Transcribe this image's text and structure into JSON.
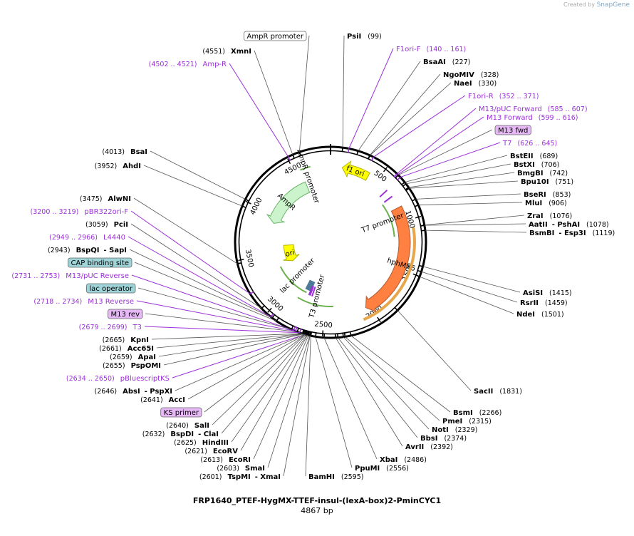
{
  "credit": {
    "prefix": "Created by",
    "brand": "SnapGene"
  },
  "plasmid": {
    "name": "FRP1640_PTEF-HygMX-TTEF-insul-(lexA-box)2-PminCYC1",
    "length_label": "4867 bp",
    "length": 4867
  },
  "ruler_ticks": [
    {
      "pos": 500,
      "label": "500"
    },
    {
      "pos": 1000,
      "label": "1000"
    },
    {
      "pos": 1500,
      "label": "1500"
    },
    {
      "pos": 2000,
      "label": "2000"
    },
    {
      "pos": 2500,
      "label": "2500"
    },
    {
      "pos": 3000,
      "label": "3000"
    },
    {
      "pos": 3500,
      "label": "3500"
    },
    {
      "pos": 4000,
      "label": "4000"
    },
    {
      "pos": 4500,
      "label": "4500"
    }
  ],
  "features": [
    {
      "name": "AmpR",
      "start": 3900,
      "end": 4560,
      "color": "#ccf4cc",
      "edge": "#69b369",
      "dir": -1
    },
    {
      "name": "ori",
      "start": 3300,
      "end": 3600,
      "color": "#ffff00",
      "edge": "#b3b300",
      "dir": -1
    },
    {
      "name": "f1 ori",
      "start": 120,
      "end": 400,
      "color": "#ffff00",
      "edge": "#b3b300",
      "dir": -1
    },
    {
      "name": "hphMX6",
      "start": 850,
      "end": 2050,
      "color": "#ff8040",
      "edge": "#b35a2d",
      "dir": 1
    }
  ],
  "promoters": [
    {
      "name": "AmpR promoter",
      "start": 4560,
      "end": 4665,
      "dir": -1
    },
    {
      "name": "T7 promoter",
      "start": 730,
      "end": 1150,
      "dir": 1
    },
    {
      "name": "lac promoter",
      "start": 2780,
      "end": 3300,
      "dir": -1
    },
    {
      "name": "T3 promoter",
      "start": 2400,
      "end": 2850,
      "dir": -1
    }
  ],
  "labels_right": [
    {
      "name": "PsiI",
      "pos_label": "(99)",
      "pos": 99,
      "type": "enzyme"
    },
    {
      "name": "F1ori-F",
      "pos_label": "(140 .. 161)",
      "pos": 150,
      "type": "primer"
    },
    {
      "name": "BsaAI",
      "pos_label": "(227)",
      "pos": 227,
      "type": "enzyme"
    },
    {
      "name": "NgoMIV",
      "pos_label": "(328)",
      "pos": 328,
      "type": "enzyme"
    },
    {
      "name": "NaeI",
      "pos_label": "(330)",
      "pos": 330,
      "type": "enzyme"
    },
    {
      "name": "F1ori-R",
      "pos_label": "(352 .. 371)",
      "pos": 361,
      "type": "primer"
    },
    {
      "name": "M13/pUC Forward",
      "pos_label": "(585 .. 607)",
      "pos": 596,
      "type": "primer"
    },
    {
      "name": "M13 Forward",
      "pos_label": "(599 .. 616)",
      "pos": 607,
      "type": "primer"
    },
    {
      "name": "M13 fwd",
      "pos_label": "",
      "pos": 612,
      "type": "boxpurple"
    },
    {
      "name": "T7",
      "pos_label": "(626 .. 645)",
      "pos": 635,
      "type": "primer"
    },
    {
      "name": "BstEII",
      "pos_label": "(689)",
      "pos": 689,
      "type": "enzyme"
    },
    {
      "name": "BstXI",
      "pos_label": "(706)",
      "pos": 706,
      "type": "enzyme"
    },
    {
      "name": "BmgBI",
      "pos_label": "(742)",
      "pos": 742,
      "type": "enzyme"
    },
    {
      "name": "Bpu10I",
      "pos_label": "(751)",
      "pos": 751,
      "type": "enzyme"
    },
    {
      "name": "BseRI",
      "pos_label": "(853)",
      "pos": 853,
      "type": "enzyme"
    },
    {
      "name": "MluI",
      "pos_label": "(906)",
      "pos": 906,
      "type": "enzyme"
    },
    {
      "name": "ZraI",
      "pos_label": "(1076)",
      "pos": 1076,
      "type": "enzyme"
    },
    {
      "name": "AatII",
      "extra": "- PshAI",
      "pos_label": "(1078)",
      "pos": 1078,
      "type": "enzyme"
    },
    {
      "name": "BsmBI",
      "extra": "- Esp3I",
      "pos_label": "(1119)",
      "pos": 1119,
      "type": "enzyme"
    },
    {
      "name": "AsiSI",
      "pos_label": "(1415)",
      "pos": 1415,
      "type": "enzyme"
    },
    {
      "name": "RsrII",
      "pos_label": "(1459)",
      "pos": 1459,
      "type": "enzyme"
    },
    {
      "name": "NdeI",
      "pos_label": "(1501)",
      "pos": 1501,
      "type": "enzyme"
    },
    {
      "name": "SacII",
      "pos_label": "(1831)",
      "pos": 1831,
      "type": "enzyme"
    },
    {
      "name": "BsmI",
      "pos_label": "(2266)",
      "pos": 2266,
      "type": "enzyme"
    },
    {
      "name": "PmeI",
      "pos_label": "(2315)",
      "pos": 2315,
      "type": "enzyme"
    },
    {
      "name": "NotI",
      "pos_label": "(2329)",
      "pos": 2329,
      "type": "enzyme"
    },
    {
      "name": "BbsI",
      "pos_label": "(2374)",
      "pos": 2374,
      "type": "enzyme"
    },
    {
      "name": "AvrII",
      "pos_label": "(2392)",
      "pos": 2392,
      "type": "enzyme"
    },
    {
      "name": "XbaI",
      "pos_label": "(2486)",
      "pos": 2486,
      "type": "enzyme"
    },
    {
      "name": "PpuMI",
      "pos_label": "(2556)",
      "pos": 2556,
      "type": "enzyme"
    },
    {
      "name": "BamHI",
      "pos_label": "(2595)",
      "pos": 2595,
      "type": "enzyme"
    }
  ],
  "labels_left": [
    {
      "name": "AmpR promoter",
      "pos_label": "",
      "pos": 4610,
      "type": "boxwhite"
    },
    {
      "name": "XmnI",
      "pos_label": "(4551)",
      "pos": 4551,
      "type": "enzyme"
    },
    {
      "name": "Amp-R",
      "pos_label": "(4502 .. 4521)",
      "pos": 4511,
      "type": "primer"
    },
    {
      "name": "BsaI",
      "pos_label": "(4013)",
      "pos": 4013,
      "type": "enzyme"
    },
    {
      "name": "AhdI",
      "pos_label": "(3952)",
      "pos": 3952,
      "type": "enzyme"
    },
    {
      "name": "AlwNI",
      "pos_label": "(3475)",
      "pos": 3475,
      "type": "enzyme"
    },
    {
      "name": "pBR322ori-F",
      "pos_label": "(3200 .. 3219)",
      "pos": 3209,
      "type": "primer"
    },
    {
      "name": "PciI",
      "pos_label": "(3059)",
      "pos": 3059,
      "type": "enzyme"
    },
    {
      "name": "L4440",
      "pos_label": "(2949 .. 2966)",
      "pos": 2957,
      "type": "primer"
    },
    {
      "name": "BspQI",
      "extra": "- SapI",
      "pos_label": "(2943)",
      "pos": 2943,
      "type": "enzyme"
    },
    {
      "name": "CAP binding site",
      "pos_label": "",
      "pos": 2900,
      "type": "boxteal"
    },
    {
      "name": "M13/pUC Reverse",
      "pos_label": "(2731 .. 2753)",
      "pos": 2742,
      "type": "primer"
    },
    {
      "name": "lac operator",
      "pos_label": "",
      "pos": 2760,
      "type": "boxteal"
    },
    {
      "name": "M13 Reverse",
      "pos_label": "(2718 .. 2734)",
      "pos": 2726,
      "type": "primer"
    },
    {
      "name": "M13 rev",
      "pos_label": "",
      "pos": 2710,
      "type": "boxpurple"
    },
    {
      "name": "T3",
      "pos_label": "(2679 .. 2699)",
      "pos": 2689,
      "type": "primer"
    },
    {
      "name": "KpnI",
      "pos_label": "(2665)",
      "pos": 2665,
      "type": "enzyme"
    },
    {
      "name": "Acc65I",
      "pos_label": "(2661)",
      "pos": 2661,
      "type": "enzyme"
    },
    {
      "name": "ApaI",
      "pos_label": "(2659)",
      "pos": 2659,
      "type": "enzyme"
    },
    {
      "name": "PspOMI",
      "pos_label": "(2655)",
      "pos": 2655,
      "type": "enzyme"
    },
    {
      "name": "pBluescriptKS",
      "pos_label": "(2634 .. 2650)",
      "pos": 2642,
      "type": "primer"
    },
    {
      "name": "AbsI",
      "extra": "- PspXI",
      "pos_label": "(2646)",
      "pos": 2646,
      "type": "enzyme"
    },
    {
      "name": "AccI",
      "pos_label": "(2641)",
      "pos": 2641,
      "type": "enzyme"
    },
    {
      "name": "KS primer",
      "pos_label": "",
      "pos": 2640,
      "type": "boxpurple"
    },
    {
      "name": "SalI",
      "pos_label": "(2640)",
      "pos": 2640,
      "type": "enzyme"
    },
    {
      "name": "BspDI",
      "extra": "- ClaI",
      "pos_label": "(2632)",
      "pos": 2632,
      "type": "enzyme"
    },
    {
      "name": "HindIII",
      "pos_label": "(2625)",
      "pos": 2625,
      "type": "enzyme"
    },
    {
      "name": "EcoRV",
      "pos_label": "(2621)",
      "pos": 2621,
      "type": "enzyme"
    },
    {
      "name": "EcoRI",
      "pos_label": "(2613)",
      "pos": 2613,
      "type": "enzyme"
    },
    {
      "name": "SmaI",
      "pos_label": "(2603)",
      "pos": 2603,
      "type": "enzyme"
    },
    {
      "name": "TspMI",
      "extra": "- XmaI",
      "pos_label": "(2601)",
      "pos": 2601,
      "type": "enzyme"
    }
  ]
}
